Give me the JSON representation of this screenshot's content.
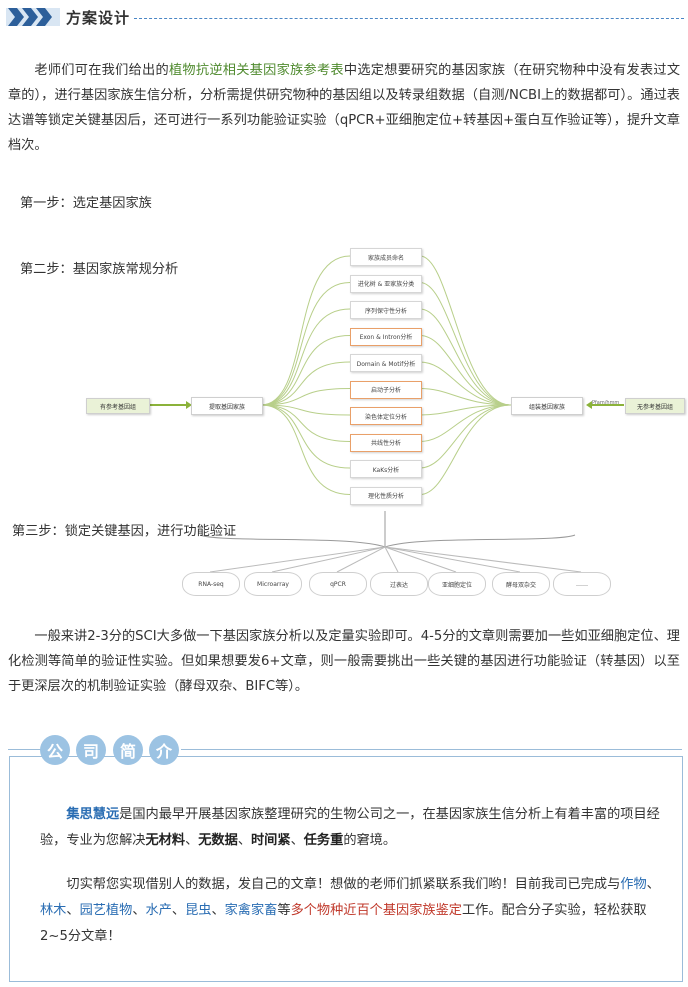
{
  "header": {
    "title": "方案设计"
  },
  "intro": {
    "before": "老师们可在我们给出的",
    "link": "植物抗逆相关基因家族参考表",
    "after": "中选定想要研究的基因家族（在研究物种中没有发表过文章的），进行基因家族生信分析，分析需提供研究物种的基因组以及转录组数据（自测/NCBI上的数据都可）。通过表达谱等锁定关键基因后，还可进行一系列功能验证实验（qPCR+亚细胞定位+转基因+蛋白互作验证等），提升文章档次。"
  },
  "steps": {
    "step1": "第一步：选定基因家族",
    "step2": "第二步：基因家族常规分析",
    "step3": "第三步：锁定关键基因，进行功能验证"
  },
  "diagram": {
    "left_start": "有参考基因组",
    "left_node": "提取基因家族",
    "right_start": "无参考基因组",
    "right_node": "组装基因家族",
    "right_arrow_label": "Pfam/hmm",
    "analyses": [
      {
        "label": "家族成员命名",
        "highlight": false
      },
      {
        "label": "进化树 & 亚家族分类",
        "highlight": false
      },
      {
        "label": "序列保守性分析",
        "highlight": false
      },
      {
        "label": "Exon & Intron分析",
        "highlight": true
      },
      {
        "label": "Domain & Motif分析",
        "highlight": false
      },
      {
        "label": "启动子分析",
        "highlight": true
      },
      {
        "label": "染色体定位分析",
        "highlight": true
      },
      {
        "label": "共线性分析",
        "highlight": true
      },
      {
        "label": "KaKs分析",
        "highlight": false
      },
      {
        "label": "理化性质分析",
        "highlight": false
      }
    ],
    "validations": [
      "RNA-seq",
      "Microarray",
      "qPCR",
      "过表达",
      "亚细胞定位",
      "酵母双杂交",
      "……"
    ]
  },
  "summary": "一般来讲2-3分的SCI大多做一下基因家族分析以及定量实验即可。4-5分的文章则需要加一些如亚细胞定位、理化检测等简单的验证性实验。但如果想要发6+文章，则一般需要挑出一些关键的基因进行功能验证（转基因）以至于更深层次的机制验证实验（酵母双杂、BIFC等）。",
  "company": {
    "heading_chars": [
      "公",
      "司",
      "简",
      "介"
    ],
    "p1": {
      "name": "集思慧远",
      "t1": "是国内最早开展基因家族整理研究的生物公司之一，在基因家族生信分析上有着丰富的项目经验，专业为您解决",
      "b1": "无材料",
      "s1": "、",
      "b2": "无数据",
      "s2": "、",
      "b3": "时间紧",
      "s3": "、",
      "b4": "任务重",
      "t2": "的窘境。"
    },
    "p2": {
      "t1": "切实帮您实现借别人的数据，发自己的文章！想做的老师们抓紧联系我们哟！目前我司已完成与",
      "c1": "作物",
      "s1": "、",
      "c2": "林木",
      "s2": "、",
      "c3": "园艺植物",
      "s3": "、",
      "c4": "水产",
      "s4": "、",
      "c5": "昆虫",
      "s5": "、",
      "c6": "家禽家畜",
      "t2": "等",
      "red": "多个物种近百个基因家族鉴定",
      "t3": "工作。配合分子实验，轻松获取2~5分文章！"
    }
  },
  "colors": {
    "accent_blue": "#2a6db3",
    "link_green": "#4f8a2e",
    "highlight_red": "#c0392b",
    "circle_blue": "#9cc3e3"
  }
}
